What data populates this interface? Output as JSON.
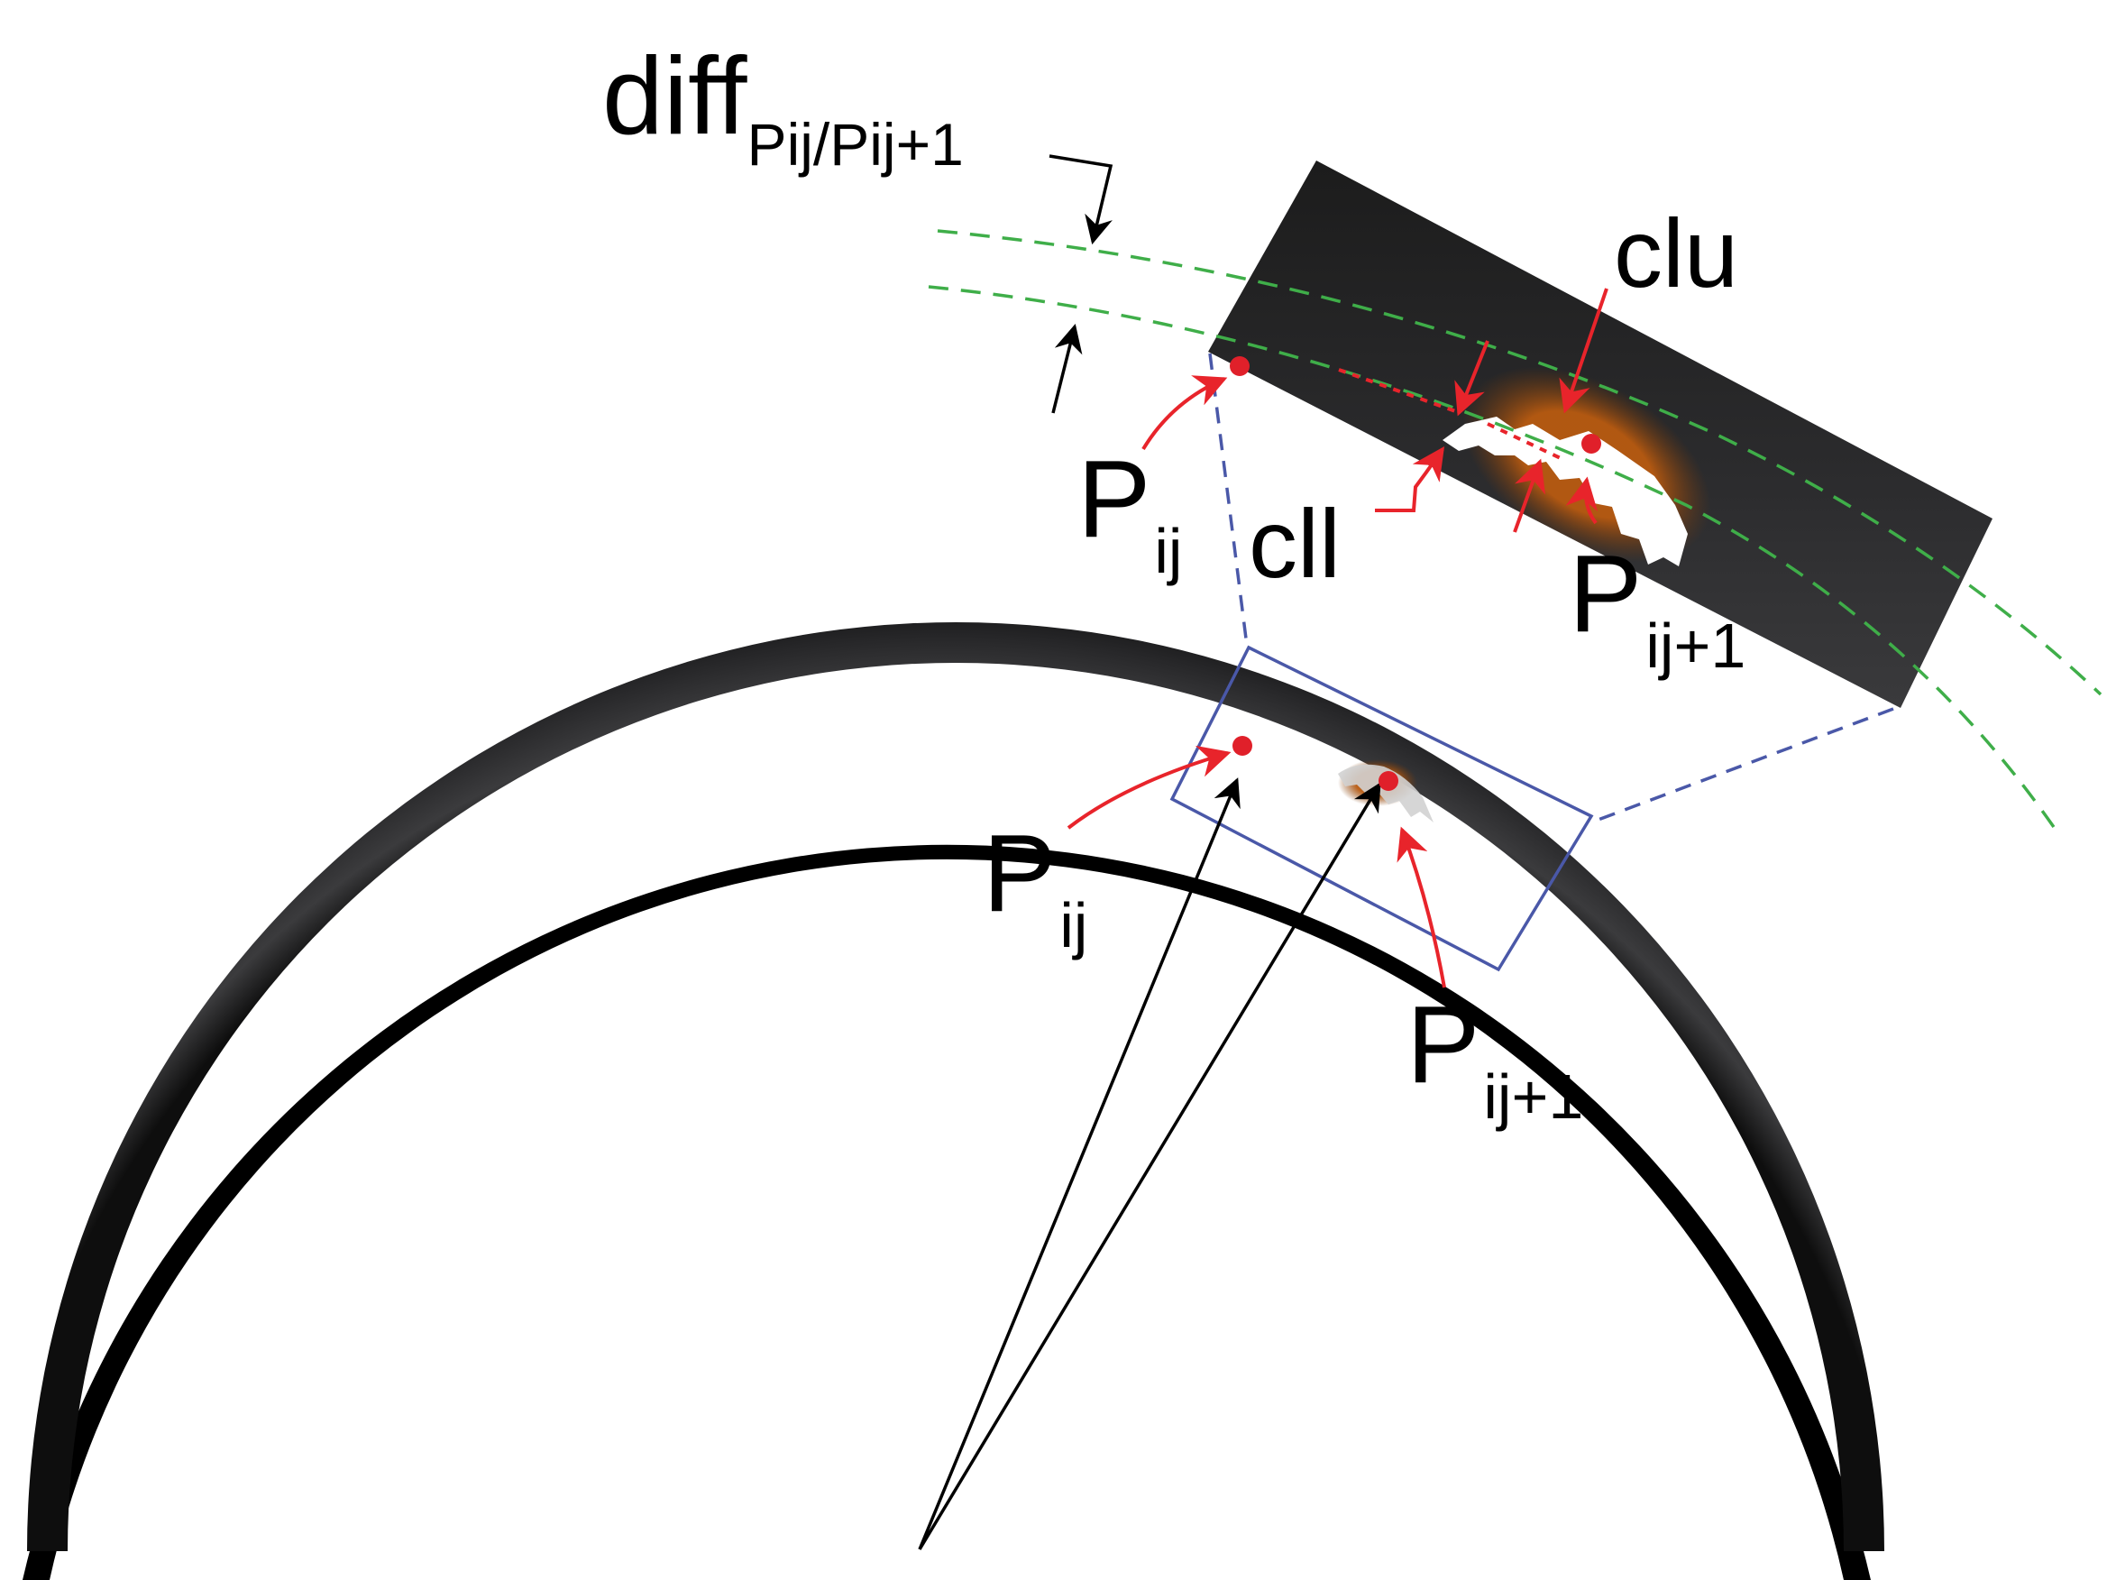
{
  "labels": {
    "diff_main": "diff",
    "diff_sub": "Pij/Pij+1",
    "clu": "clu",
    "cll": "cll",
    "p": "P",
    "sub_ij": "ij",
    "sub_ij1": "ij+1"
  },
  "colors": {
    "background": "#ffffff",
    "pipe_dark": "#111111",
    "pipe_mid": "#3a3a3c",
    "pointer_red": "#e8242b",
    "point_red": "#e0202a",
    "black_arrow": "#000000",
    "box_blue": "#4a58a8",
    "guide_green": "#3fae49",
    "corrosion_orange": "#b85a10"
  }
}
